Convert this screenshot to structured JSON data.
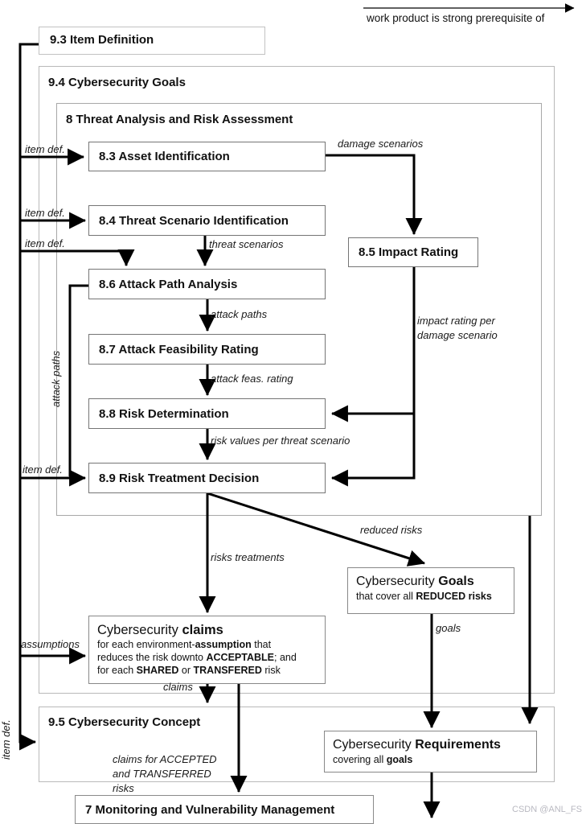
{
  "legend": {
    "text": "work product is strong prerequisite of"
  },
  "watermark": "CSDN @ANL_FS",
  "sections": {
    "item_definition": {
      "title": "9.3 Item Definition"
    },
    "goals_section": {
      "title": "9.4 Cybersecurity Goals"
    },
    "tara": {
      "title": "8 Threat Analysis and Risk Assessment"
    },
    "concept": {
      "title": "9.5 Cybersecurity Concept"
    },
    "monitoring": {
      "title": "7 Monitoring and Vulnerability Management"
    }
  },
  "processes": {
    "asset_identification": {
      "label": "8.3 Asset Identification"
    },
    "threat_scenario": {
      "label": "8.4 Threat Scenario Identification"
    },
    "impact_rating": {
      "label": "8.5 Impact Rating"
    },
    "attack_path": {
      "label": "8.6 Attack Path Analysis"
    },
    "attack_feasibility": {
      "label": "8.7 Attack Feasibility Rating"
    },
    "risk_determination": {
      "label": "8.8 Risk Determination"
    },
    "risk_treatment": {
      "label": "8.9 Risk Treatment Decision"
    }
  },
  "work_products": {
    "goals": {
      "t1": "Cybersecurity ",
      "t2": "Goals",
      "b1": "that cover all ",
      "b2": "REDUCED risks"
    },
    "claims": {
      "t1": "Cybersecurity ",
      "t2": "claims",
      "l1a": "for each environment-",
      "l1b": "assumption",
      "l1c": " that",
      "l2a": "reduces the risk downto ",
      "l2b": "ACCEPTABLE",
      "l2c": "; and",
      "l3a": "for each ",
      "l3b": "SHARED",
      "l3c": " or ",
      "l3d": "TRANSFERED",
      "l3e": " risk"
    },
    "requirements": {
      "t1": "Cybersecurity ",
      "t2": "Requirements",
      "b1": "covering all ",
      "b2": "goals"
    }
  },
  "edge_labels": {
    "item_def": "item def.",
    "damage_scenarios": "damage scenarios",
    "threat_scenarios": "threat scenarios",
    "attack_paths": "attack paths",
    "attack_feas_rating": "attack feas. rating",
    "impact_rating_1": "impact rating per",
    "impact_rating_2": "damage scenario",
    "risk_values": "risk values per threat scenario",
    "risks_treatments": "risks treatments",
    "reduced_risks": "reduced risks",
    "goals": "goals",
    "assumptions": "assumptions",
    "claims": "claims",
    "claims_accepted_1": "claims for ACCEPTED",
    "claims_accepted_2": "and TRANSFERRED",
    "claims_accepted_3": "risks"
  },
  "colors": {
    "edge": "#000000",
    "container_border": "#b9b9b9",
    "process_border": "#757575",
    "watermark": "#b9b9c1"
  }
}
